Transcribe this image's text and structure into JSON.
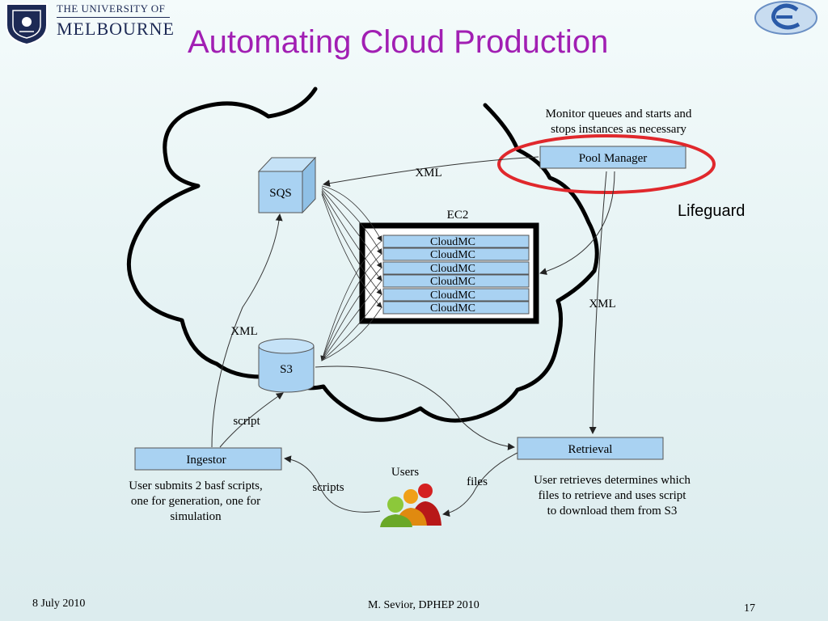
{
  "header": {
    "title": "Automating Cloud Production",
    "uni_line1": "THE UNIVERSITY OF",
    "uni_line2": "MELBOURNE"
  },
  "diagram": {
    "monitor_note_line1": "Monitor queues and starts and",
    "monitor_note_line2": "stops instances as necessary",
    "pool_manager": "Pool Manager",
    "lifeguard": "Lifeguard",
    "sqs": "SQS",
    "s3": "S3",
    "ec2": "EC2",
    "cloudmc": [
      "CloudMC",
      "CloudMC",
      "CloudMC",
      "CloudMC",
      "CloudMC",
      "CloudMC"
    ],
    "xml_top": "XML",
    "xml_left": "XML",
    "xml_right": "XML",
    "script": "script",
    "scripts": "scripts",
    "files": "files",
    "users": "Users",
    "ingestor": "Ingestor",
    "retrieval": "Retrieval",
    "ingestor_note": [
      "User submits 2 basf scripts,",
      "one for generation, one for",
      "simulation"
    ],
    "retrieval_note": [
      "User retrieves determines which",
      "files to retrieve and uses script",
      "to download them from S3"
    ]
  },
  "footer": {
    "date": "8 July 2010",
    "author": "M. Sevior, DPHEP  2010",
    "page": "17"
  },
  "colors": {
    "title": "#a11fb3",
    "box_fill": "#a9d2f2",
    "highlight_ellipse": "#e0282c"
  }
}
